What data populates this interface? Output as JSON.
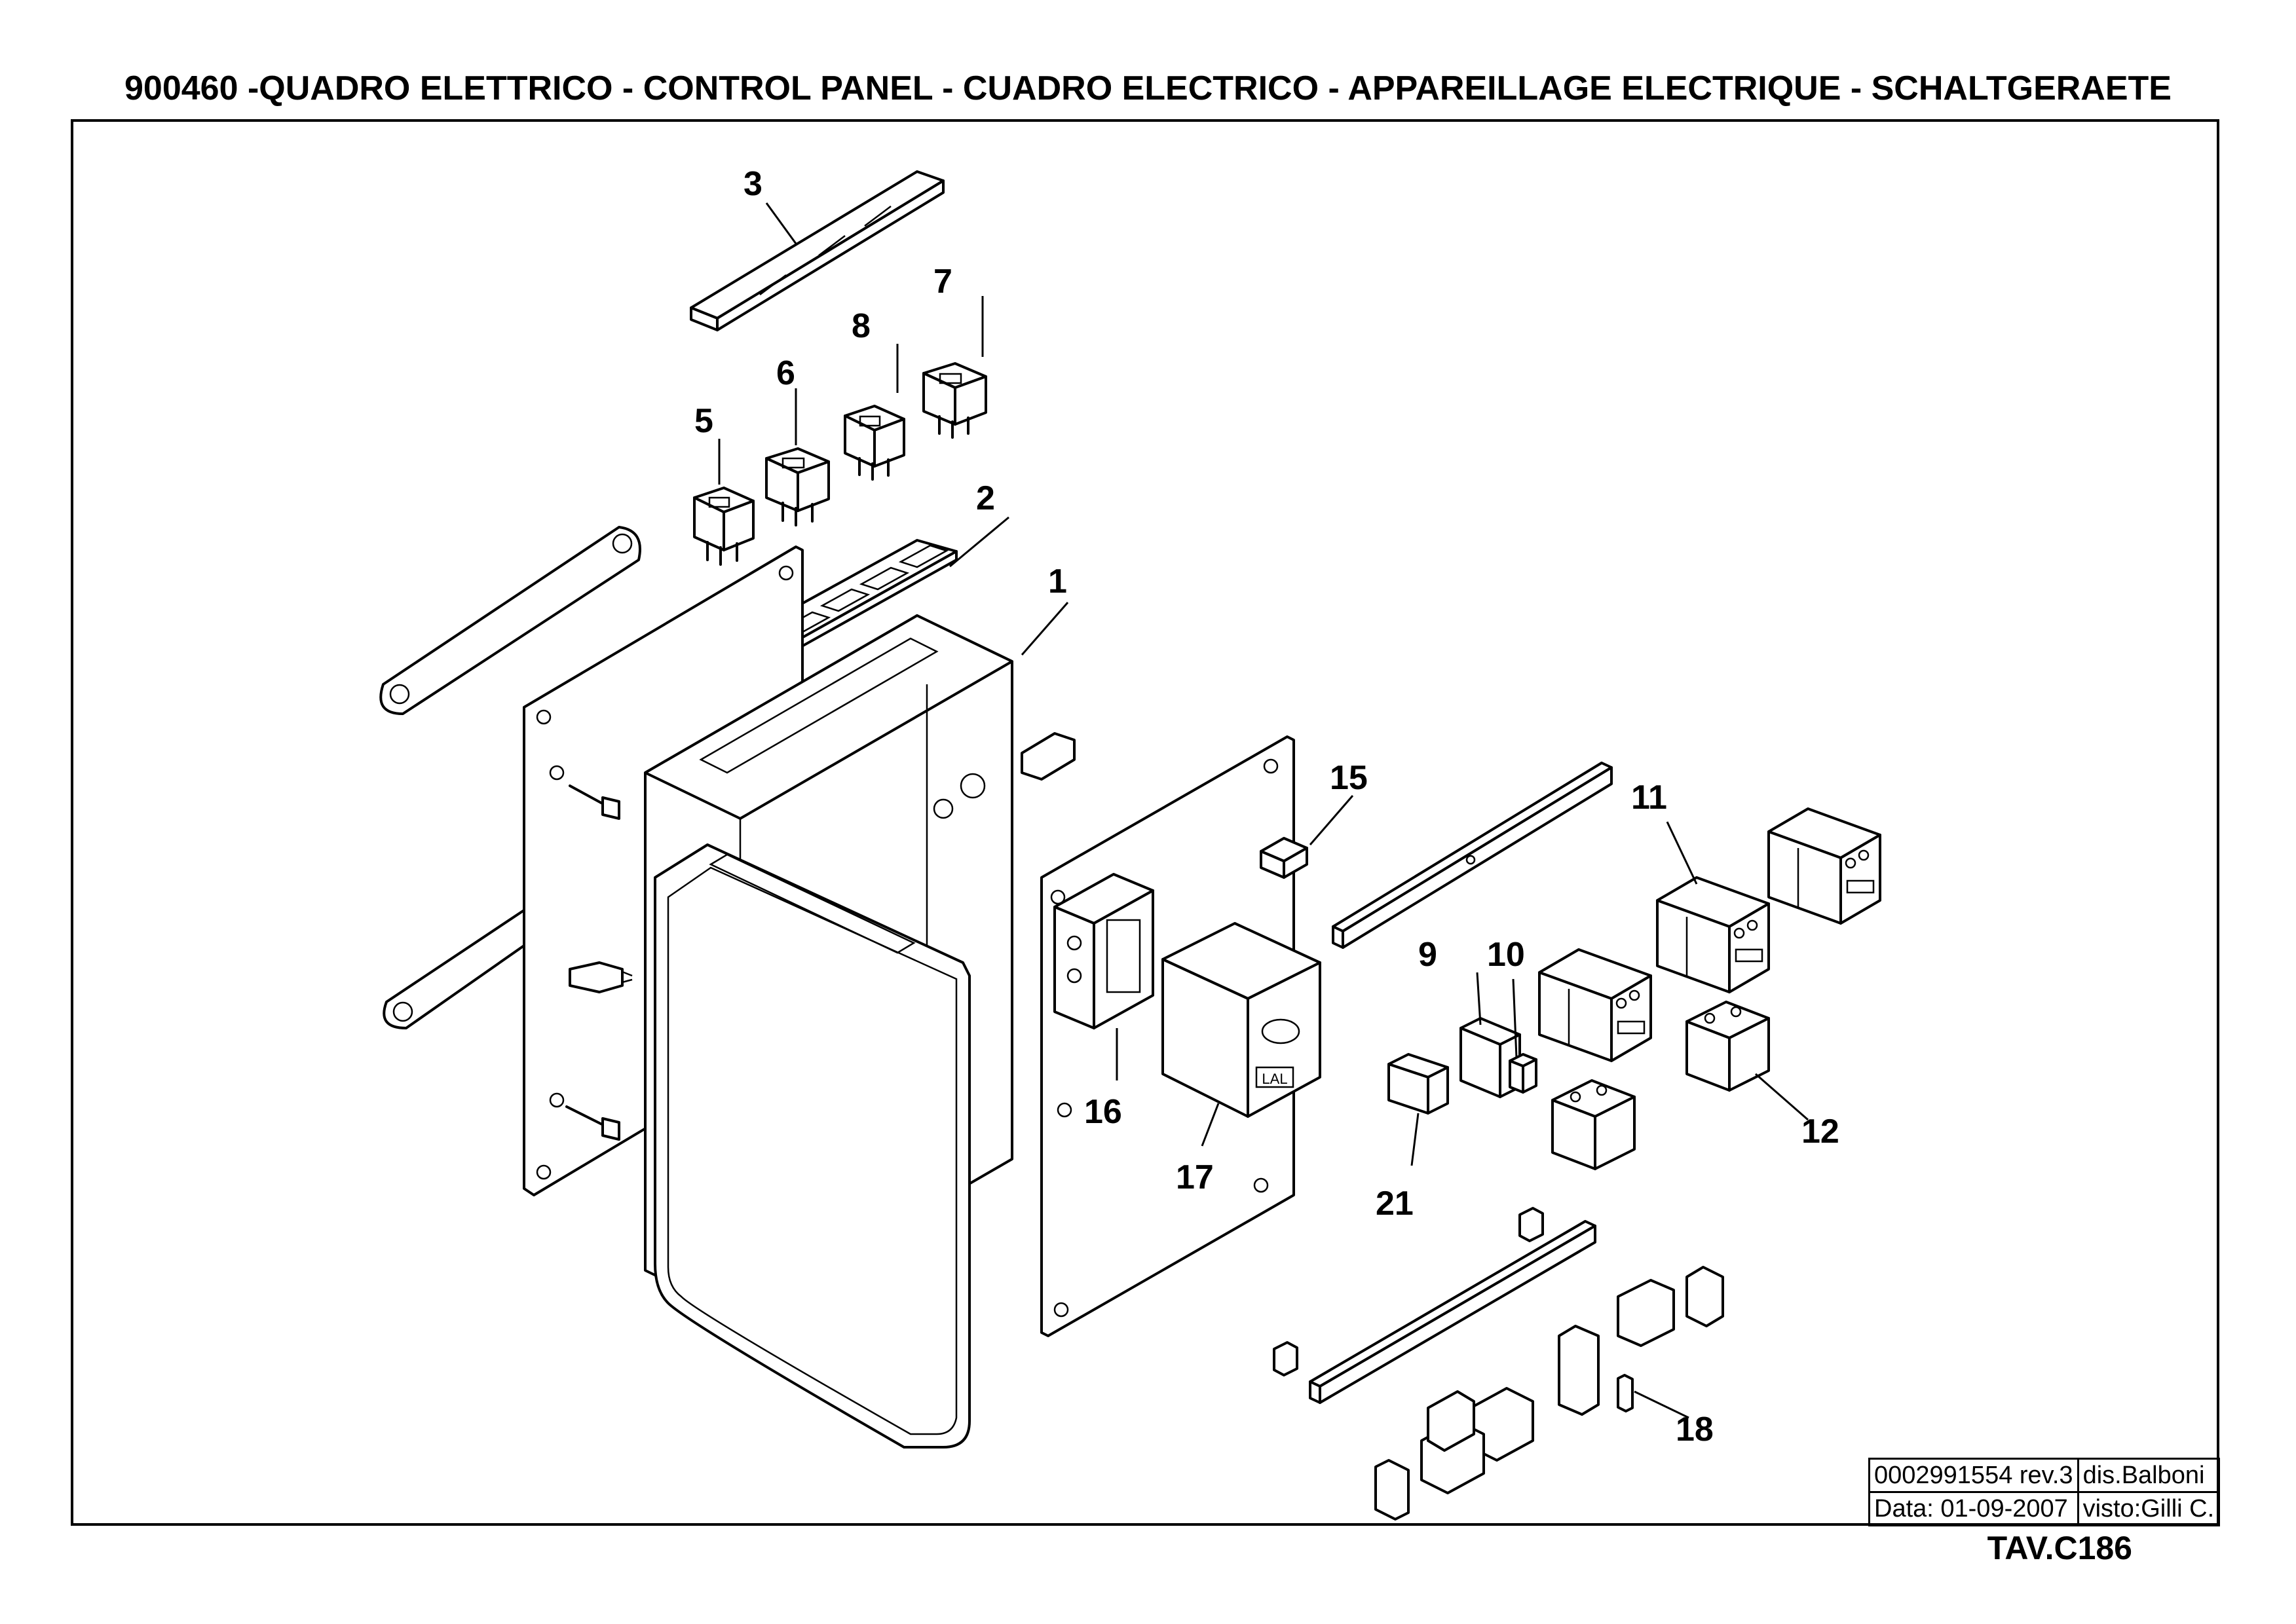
{
  "title": "900460 -QUADRO ELETTRICO - CONTROL PANEL - CUADRO ELECTRICO - APPAREILLAGE ELECTRIQUE - SCHALTGERAETE",
  "callouts": {
    "c1": "1",
    "c2": "2",
    "c3": "3",
    "c5": "5",
    "c6": "6",
    "c7": "7",
    "c8": "8",
    "c9": "9",
    "c10": "10",
    "c11": "11",
    "c12": "12",
    "c15": "15",
    "c16": "16",
    "c17": "17",
    "c18": "18",
    "c21": "21"
  },
  "labels": {
    "module_text": "LAL"
  },
  "title_block": {
    "drawing_number": "0002991554 rev.3",
    "drawn_by": "dis.Balboni",
    "date": "Data:  01-09-2007",
    "checked_by": "visto:Gilli C."
  },
  "table_code": "TAV.C186"
}
